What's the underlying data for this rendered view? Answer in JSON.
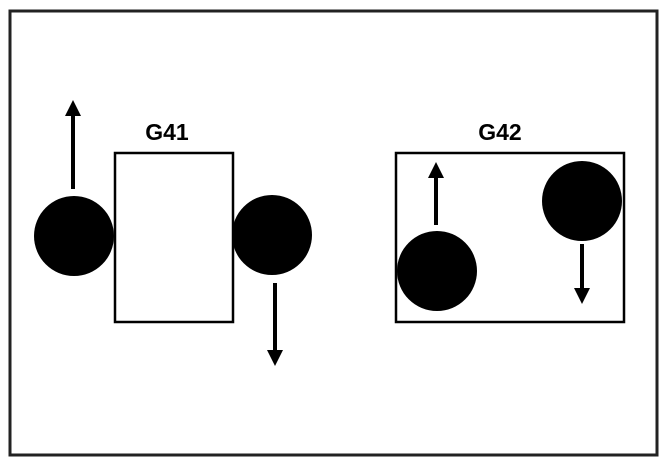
{
  "diagram": {
    "groups": [
      {
        "label": "G41",
        "arrows": [
          "up",
          "down"
        ]
      },
      {
        "label": "G42",
        "arrows": [
          "up",
          "down"
        ]
      }
    ],
    "colors": {
      "stroke": "#000000",
      "fill": "#000000",
      "background": "#ffffff"
    }
  }
}
